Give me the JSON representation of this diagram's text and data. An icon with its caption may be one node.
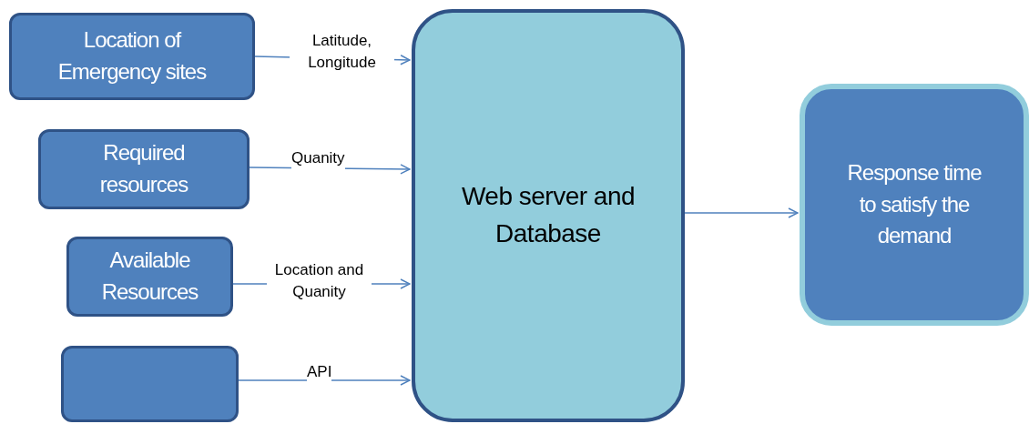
{
  "diagram": {
    "nodes": [
      {
        "text": [
          "Location of Emergency sites"
        ]
      },
      {
        "text": [
          "Required resources"
        ]
      },
      {
        "text": [
          "Available Resources"
        ]
      },
      {
        "text": [],
        "shape": "box"
      },
      {
        "text": [
          "Web server and Database"
        ]
      },
      {
        "text": [
          "Response time to satisfy the demand"
        ]
      }
    ],
    "edges": [
      {
        "from": 0,
        "to": 4,
        "arrow": "to",
        "label": "Latitude, Longitude"
      },
      {
        "from": 1,
        "to": 4,
        "arrow": "to",
        "label": "Quanity"
      },
      {
        "from": 2,
        "to": 4,
        "arrow": "to",
        "label": "Location and Quanity"
      },
      {
        "from": 3,
        "to": 4,
        "arrow": "to",
        "label": "API"
      },
      {
        "from": 4,
        "to": 5,
        "arrow": "to"
      }
    ]
  }
}
